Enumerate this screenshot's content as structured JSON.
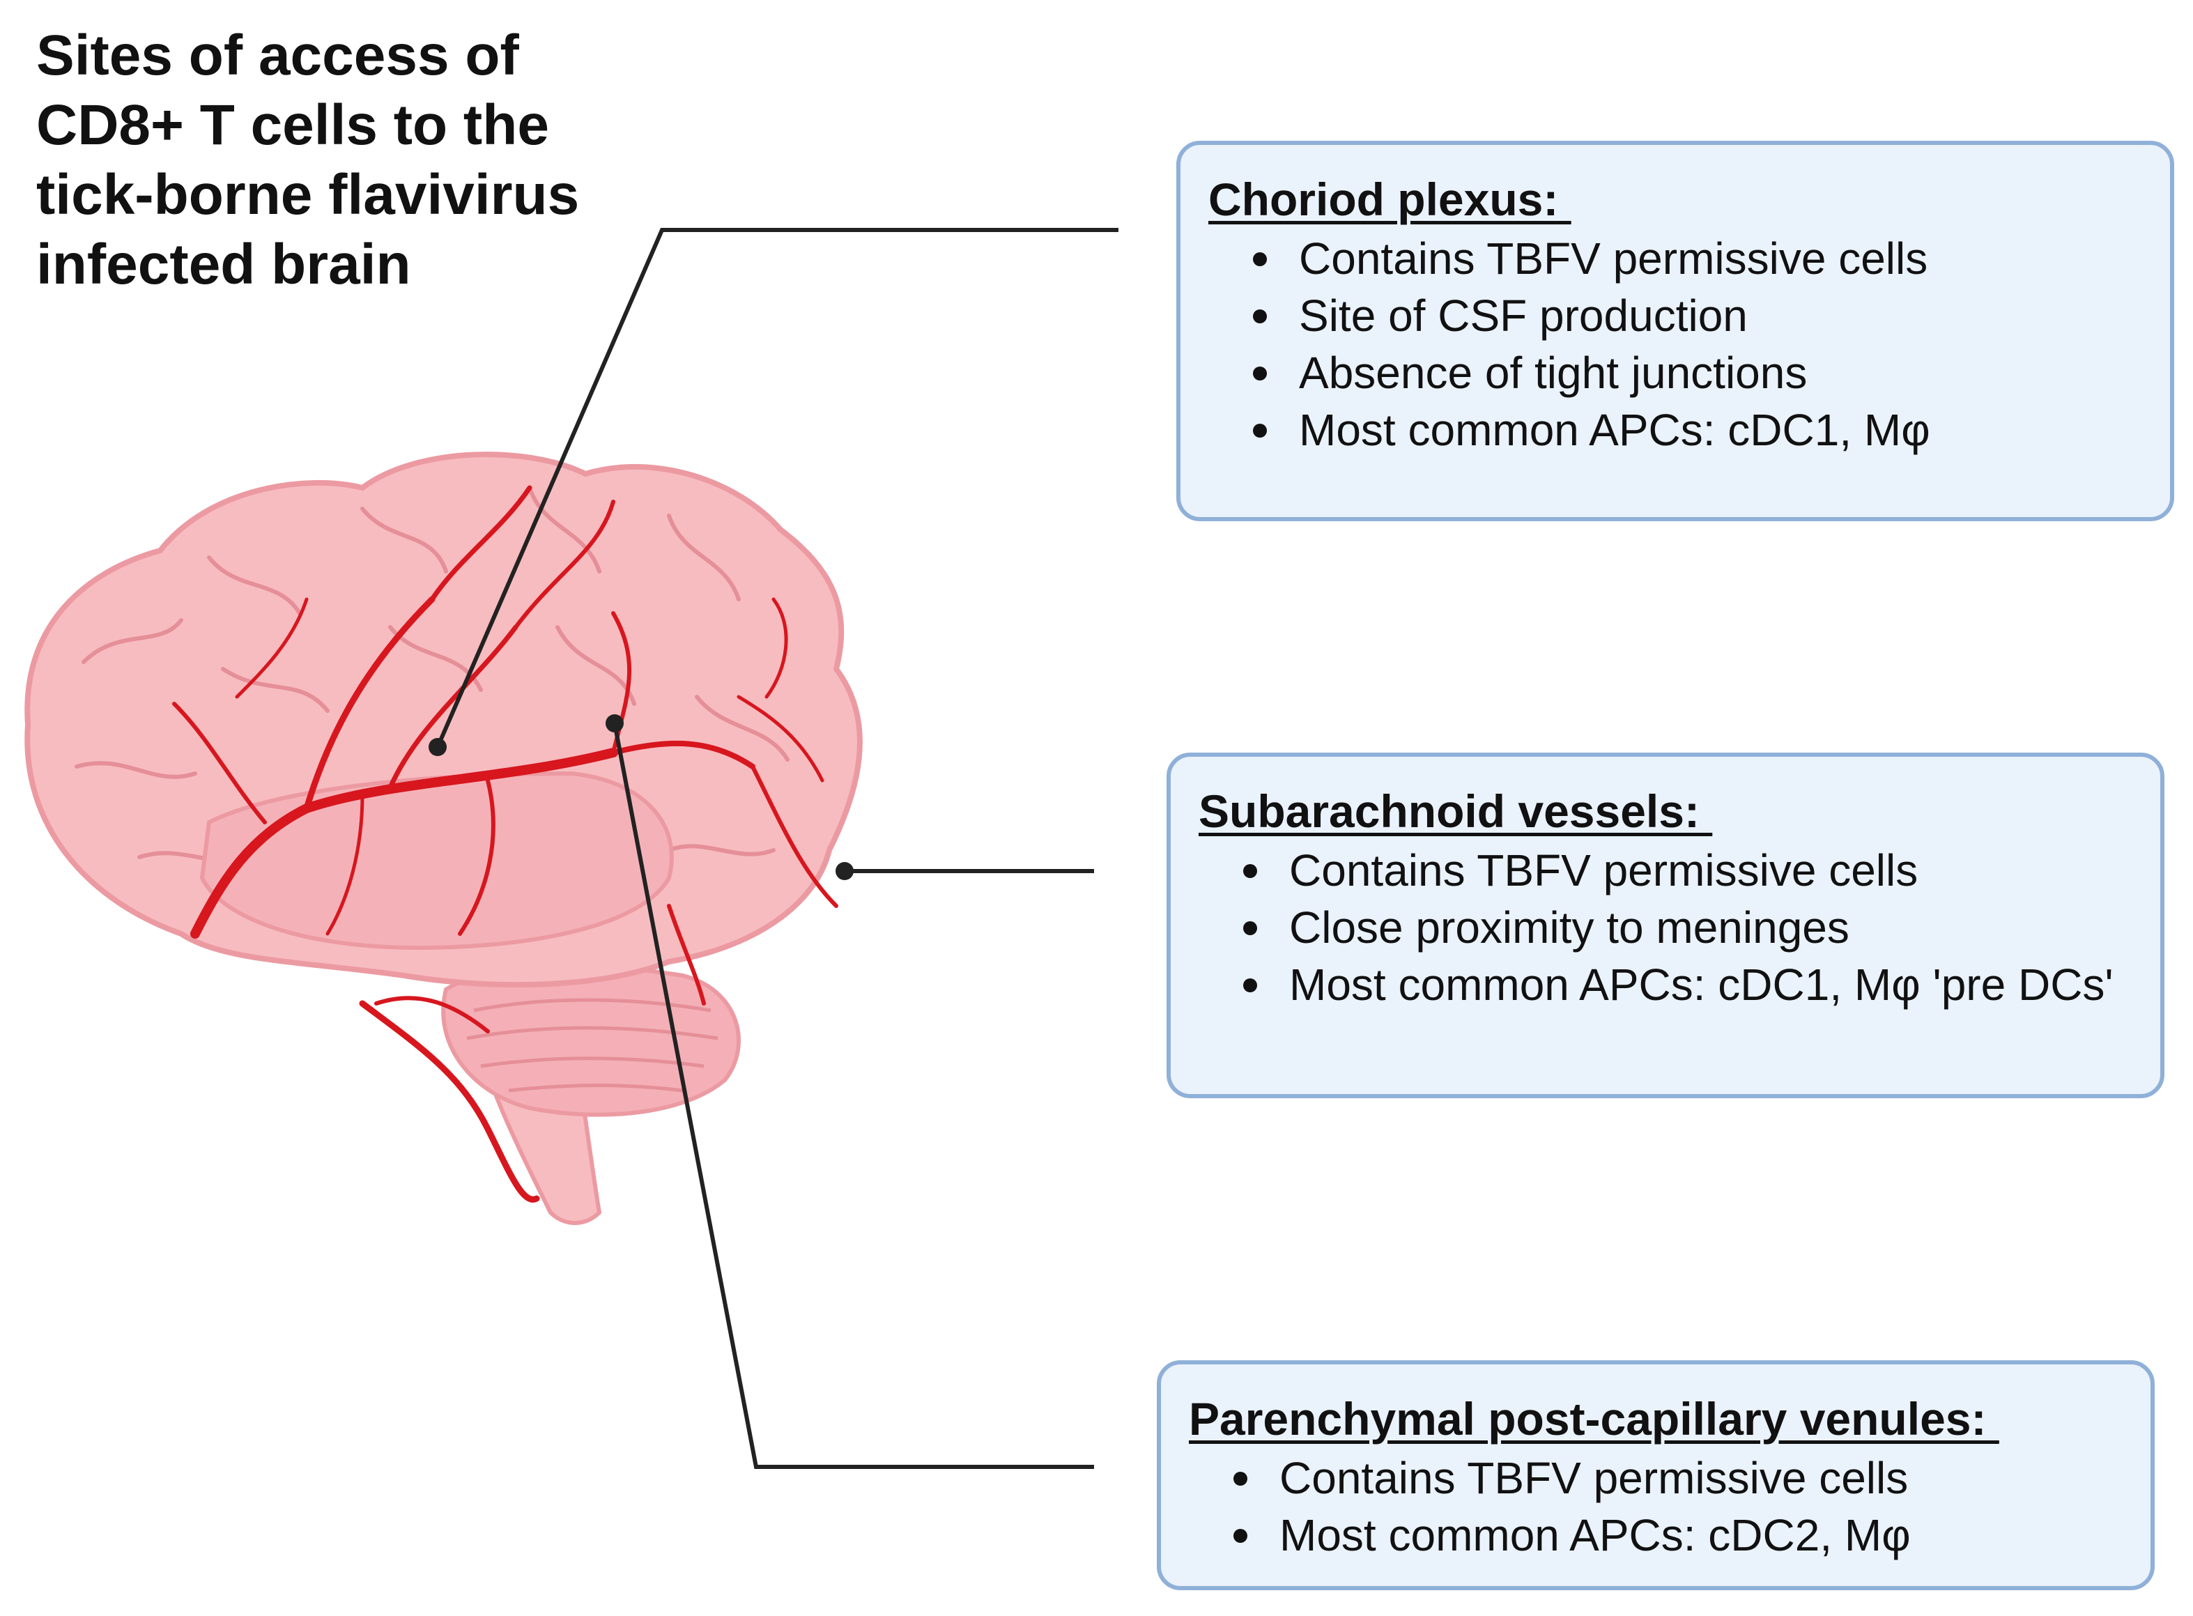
{
  "title": "Sites of access of\nCD8+ T cells to the\ntick-borne flavivirus\ninfected brain",
  "colors": {
    "box_fill": "#eaf2fc",
    "box_border": "#8fb0d8",
    "brain_fill": "#f7bcc0",
    "brain_shadow": "#ec9aa2",
    "vessel": "#d7161e",
    "leader_line": "#222222"
  },
  "sites": [
    {
      "heading": "Choriod plexus: ",
      "bullets": [
        "Contains TBFV permissive cells",
        "Site of CSF production",
        "Absence of tight junctions",
        "Most common APCs: cDC1, Mφ"
      ]
    },
    {
      "heading": "Subarachnoid vessels: ",
      "bullets": [
        "Contains TBFV permissive cells",
        "Close proximity to meninges",
        "Most common APCs: cDC1, Mφ 'pre DCs'"
      ]
    },
    {
      "heading": "Parenchymal post-capillary venules: ",
      "bullets": [
        "Contains TBFV permissive cells",
        "Most common APCs: cDC2, Mφ"
      ]
    }
  ]
}
